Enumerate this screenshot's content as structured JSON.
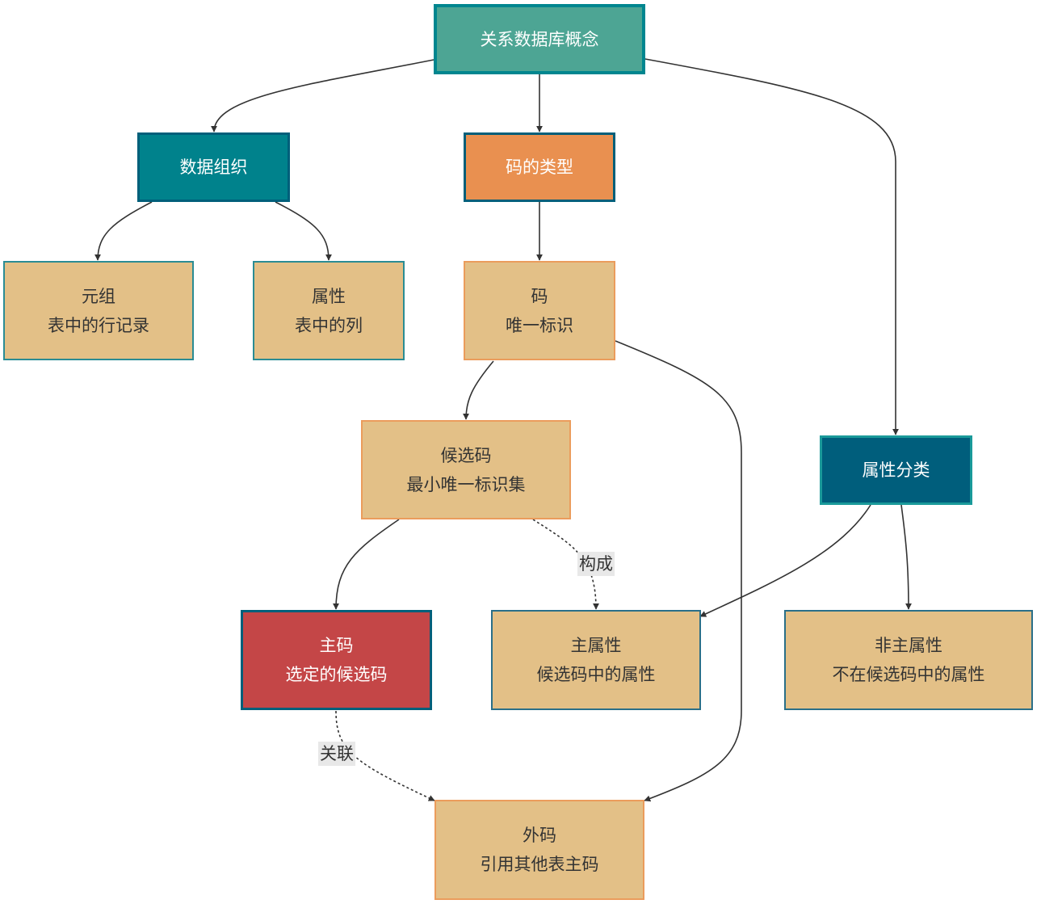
{
  "diagram": {
    "nodes": {
      "root": {
        "lines": [
          "关系数据库概念"
        ]
      },
      "data_org": {
        "lines": [
          "数据组织"
        ]
      },
      "key_types": {
        "lines": [
          "码的类型"
        ]
      },
      "attr_class": {
        "lines": [
          "属性分类"
        ]
      },
      "tuple": {
        "lines": [
          "元组",
          "表中的行记录"
        ]
      },
      "attribute": {
        "lines": [
          "属性",
          "表中的列"
        ]
      },
      "key": {
        "lines": [
          "码",
          "唯一标识"
        ]
      },
      "candidate_key": {
        "lines": [
          "候选码",
          "最小唯一标识集"
        ]
      },
      "primary_key": {
        "lines": [
          "主码",
          "选定的候选码"
        ]
      },
      "prime_attr": {
        "lines": [
          "主属性",
          "候选码中的属性"
        ]
      },
      "nonprime_attr": {
        "lines": [
          "非主属性",
          "不在候选码中的属性"
        ]
      },
      "foreign_key": {
        "lines": [
          "外码",
          "引用其他表主码"
        ]
      }
    },
    "edges": [
      {
        "from": "root",
        "to": "data_org",
        "style": "solid",
        "label": ""
      },
      {
        "from": "root",
        "to": "key_types",
        "style": "solid",
        "label": ""
      },
      {
        "from": "root",
        "to": "attr_class",
        "style": "solid",
        "label": ""
      },
      {
        "from": "data_org",
        "to": "tuple",
        "style": "solid",
        "label": ""
      },
      {
        "from": "data_org",
        "to": "attribute",
        "style": "solid",
        "label": ""
      },
      {
        "from": "key_types",
        "to": "key",
        "style": "solid",
        "label": ""
      },
      {
        "from": "key",
        "to": "candidate_key",
        "style": "solid",
        "label": ""
      },
      {
        "from": "key",
        "to": "foreign_key",
        "style": "solid",
        "label": ""
      },
      {
        "from": "candidate_key",
        "to": "primary_key",
        "style": "solid",
        "label": ""
      },
      {
        "from": "candidate_key",
        "to": "prime_attr",
        "style": "dotted",
        "label": "构成"
      },
      {
        "from": "attr_class",
        "to": "prime_attr",
        "style": "solid",
        "label": ""
      },
      {
        "from": "attr_class",
        "to": "nonprime_attr",
        "style": "solid",
        "label": ""
      },
      {
        "from": "primary_key",
        "to": "foreign_key",
        "style": "dotted",
        "label": "关联"
      }
    ],
    "colors": {
      "root_fill": "#4da594",
      "teal_fill": "#00828c",
      "orange_fill": "#e99050",
      "navy_fill": "#005e7c",
      "red_fill": "#c44647",
      "tan_fill": "#e3c087",
      "edge": "#333333"
    }
  }
}
